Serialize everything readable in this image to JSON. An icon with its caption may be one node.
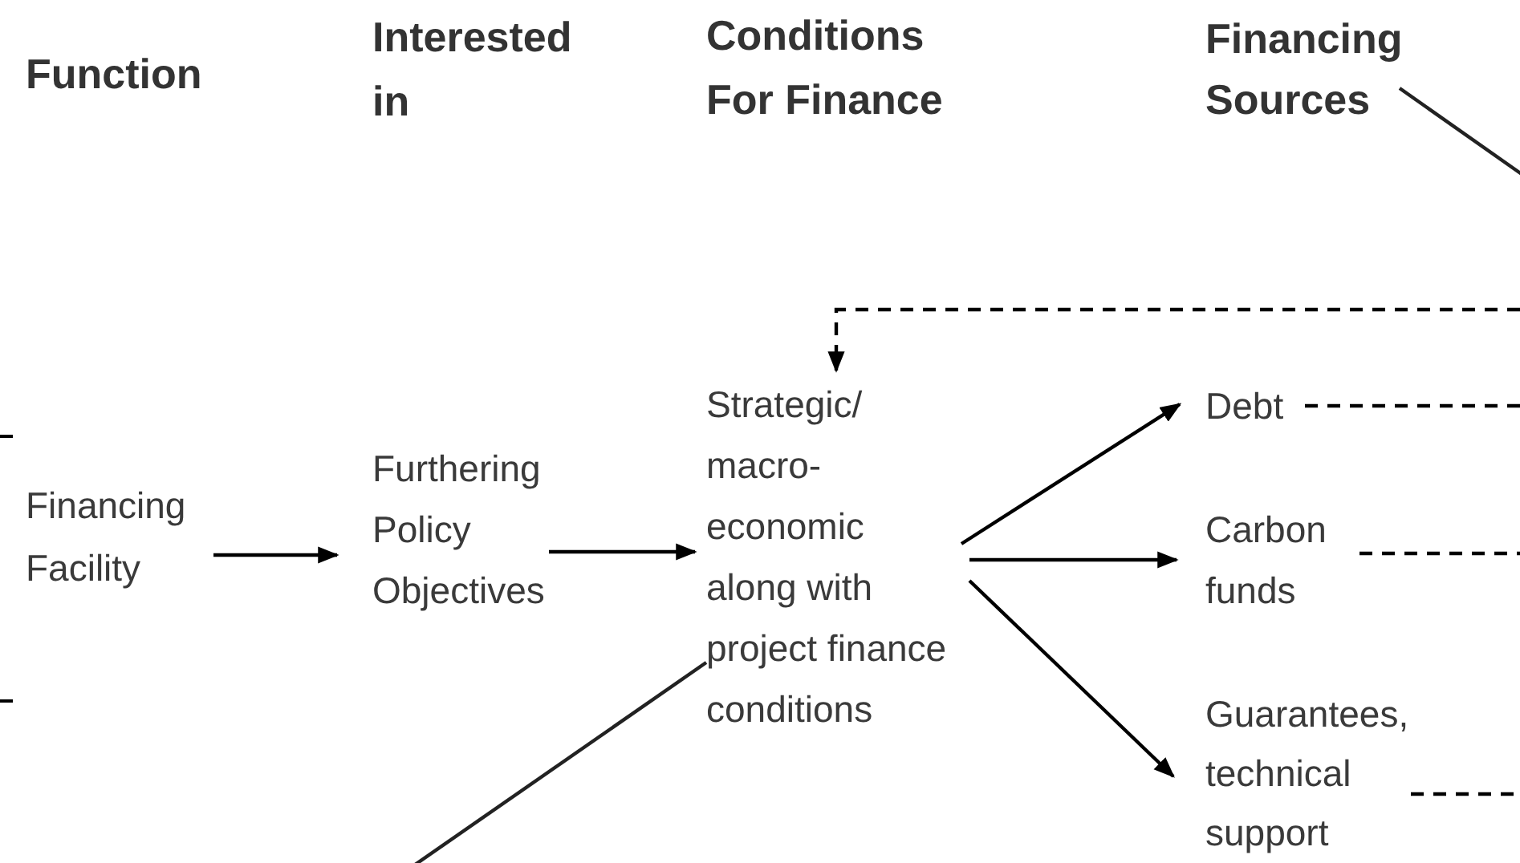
{
  "diagram": {
    "nodes": [
      {
        "text": [
          "Financing Sources"
        ]
      },
      {
        "text": [
          "Financing Facility"
        ]
      },
      {
        "text": [
          "Furthering Policy Objectives"
        ]
      },
      {
        "text": [
          "Strategic/ macro- economic along with project finance conditions"
        ]
      },
      {
        "text": [
          "Debt"
        ]
      },
      {
        "text": [
          "Carbon funds"
        ]
      },
      {
        "text": [
          "Guarantees, technical support"
        ]
      }
    ],
    "edges": [
      {
        "from": 1,
        "to": 2,
        "arrow": "to"
      },
      {
        "from": 2,
        "to": 3,
        "arrow": "to"
      },
      {
        "from": 3,
        "to": 4,
        "arrow": "to"
      },
      {
        "from": 3,
        "to": 5,
        "arrow": "to"
      },
      {
        "from": 3,
        "to": 6,
        "arrow": "to"
      },
      {
        "from": null,
        "to": 3,
        "arrow": "to",
        "style": "dashed"
      },
      {
        "from": 4,
        "to": null,
        "arrow": "none",
        "style": "dashed"
      },
      {
        "from": 5,
        "to": null,
        "arrow": "none",
        "style": "dashed"
      },
      {
        "from": 6,
        "to": null,
        "arrow": "none",
        "style": "dashed"
      },
      {
        "from": 3,
        "to": null,
        "arrow": "none"
      },
      {
        "from": 0,
        "to": null,
        "arrow": "none"
      }
    ],
    "labels": [
      "Function",
      "Interested in",
      "Conditions For Finance"
    ]
  }
}
